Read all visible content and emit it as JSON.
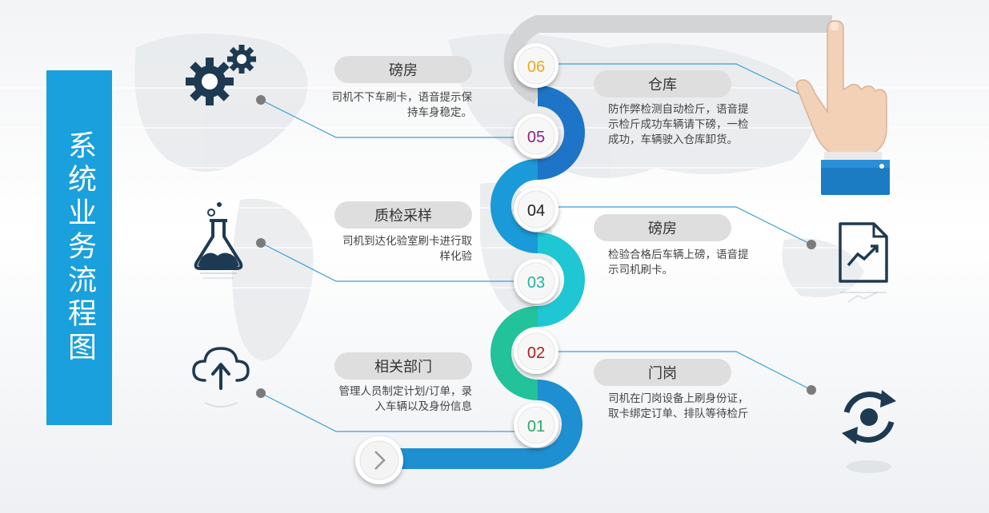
{
  "title": "系统业务流程图",
  "steps": [
    {
      "num": "01",
      "numColor": "#2aa868"
    },
    {
      "num": "02",
      "numColor": "#b01c1c"
    },
    {
      "num": "03",
      "numColor": "#1fb3a5"
    },
    {
      "num": "04",
      "numColor": "#222222"
    },
    {
      "num": "05",
      "numColor": "#8a1f8a"
    },
    {
      "num": "06",
      "numColor": "#f0a81c"
    }
  ],
  "left_items": [
    {
      "title": "磅房",
      "desc_lines": [
        "司机不下车刷卡，语音提示保",
        "持车身稳定。"
      ]
    },
    {
      "title": "质检采样",
      "desc_lines": [
        "司机到达化验室刷卡进行取",
        "样化验"
      ]
    },
    {
      "title": "相关部门",
      "desc_lines": [
        "管理人员制定计划/订单，录",
        "入车辆以及身份信息"
      ]
    }
  ],
  "right_items": [
    {
      "title": "仓库",
      "desc_lines": [
        "防作弊检测自动检斤，语音提",
        "示检斤成功车辆请下磅，一检",
        "成功，车辆驶入仓库卸货。"
      ]
    },
    {
      "title": "磅房",
      "desc_lines": [
        "检验合格后车辆上磅，语音提",
        "示司机刷卡。"
      ]
    },
    {
      "title": "门岗",
      "desc_lines": [
        "司机在门岗设备上刷身份证，",
        "取卡绑定订单、排队等待检斤"
      ]
    }
  ],
  "icons": {
    "gear": "gear-icon",
    "flask": "flask-icon",
    "cloud": "cloud-upload-icon",
    "chart": "chart-document-icon",
    "refresh": "refresh-icon",
    "hand": "pointing-hand-icon",
    "arrow": "chevron-right-icon"
  },
  "colors": {
    "accent": "#1aa0dc",
    "dark_icon": "#1e3a52",
    "connector": "#3a9fd6"
  }
}
